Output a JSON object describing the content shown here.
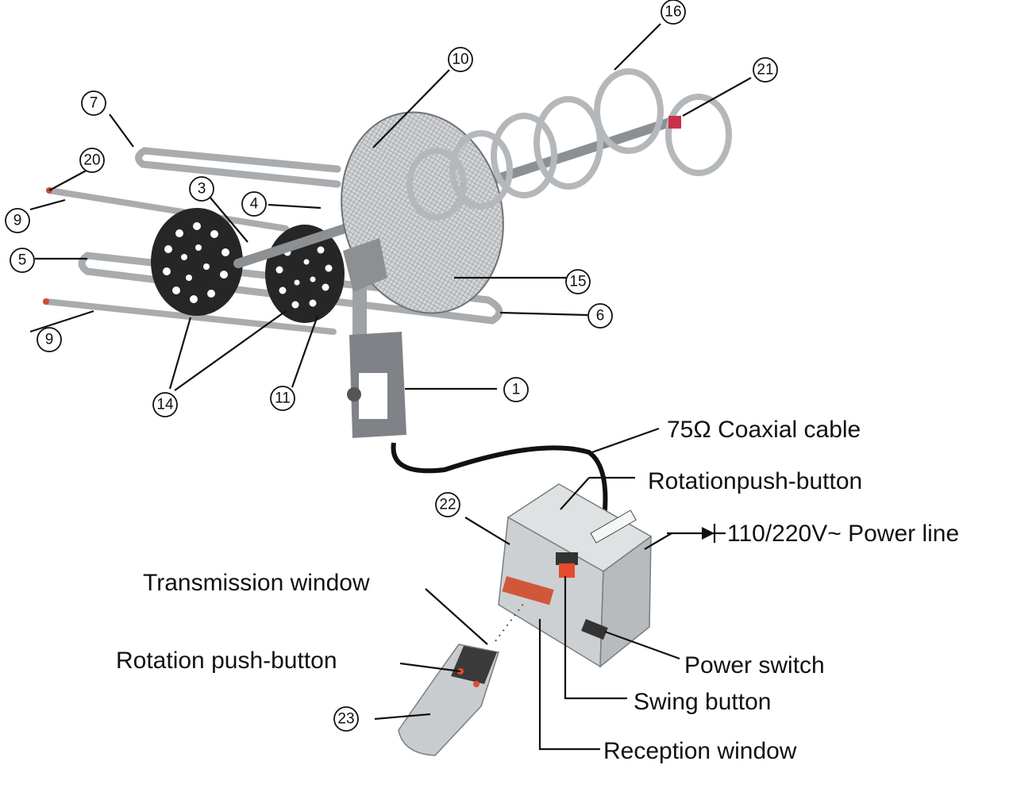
{
  "numbers": {
    "n1": "1",
    "n3": "3",
    "n4": "4",
    "n5": "5",
    "n6": "6",
    "n7": "7",
    "n9a": "9",
    "n9b": "9",
    "n10": "10",
    "n11": "11",
    "n14": "14",
    "n15": "15",
    "n16": "16",
    "n20": "20",
    "n21": "21",
    "n22": "22",
    "n23": "23"
  },
  "labels": {
    "coaxial_cable": "75Ω Coaxial cable",
    "rotation_button_box": "Rotationpush-button",
    "power_line": "110/220V~ Power line",
    "transmission_window": "Transmission window",
    "rotation_button_remote": "Rotation push-button",
    "power_switch": "Power switch",
    "swing_button": "Swing button",
    "reception_window": "Reception window"
  },
  "colors": {
    "metal": "#b9bcbe",
    "metal_dark": "#8d9093",
    "disc": "#2a2a2a",
    "reflector": "#cfd1d3",
    "box": "#d7dadb",
    "red": "#e0402a",
    "cable": "#111111"
  }
}
